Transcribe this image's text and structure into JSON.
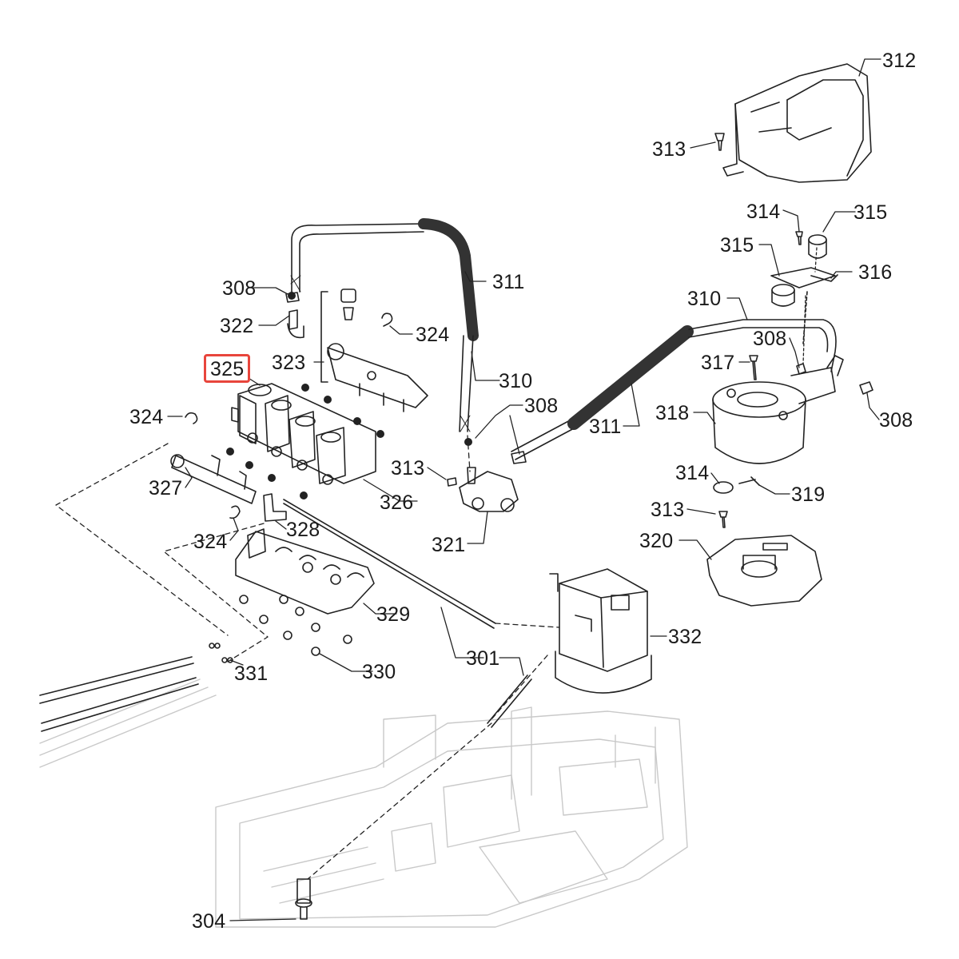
{
  "highlight_color": "#e8453c",
  "highlighted_part": "325",
  "callouts": {
    "p312": "312",
    "p313a": "313",
    "p314a": "314",
    "p315a": "315",
    "p315b": "315",
    "p316": "316",
    "p310a": "310",
    "p308a": "308",
    "p311a": "311",
    "p322": "322",
    "p324a": "324",
    "p323": "323",
    "p325": "325",
    "p310b": "310",
    "p308b": "308",
    "p317": "317",
    "p311b": "311",
    "p318": "318",
    "p308c": "308",
    "p324b": "324",
    "p313b": "313",
    "p327": "327",
    "p326": "326",
    "p314b": "314",
    "p319": "319",
    "p313c": "313",
    "p328": "328",
    "p324c": "324",
    "p321": "321",
    "p320": "320",
    "p329": "329",
    "p332": "332",
    "p301": "301",
    "p331": "331",
    "p330": "330",
    "p304": "304"
  }
}
